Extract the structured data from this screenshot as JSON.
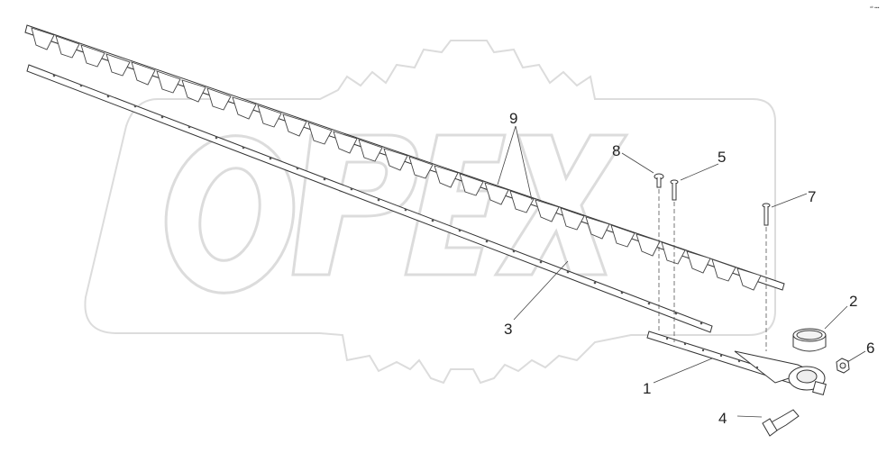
{
  "diagram": {
    "watermark_text": "OPEX",
    "corner_mark": "ᵃᵇ ▪▪▪",
    "parts": [
      {
        "id": "knife-back",
        "label": "1"
      },
      {
        "id": "bushing-ring",
        "label": "2"
      },
      {
        "id": "knife-bar",
        "label": "3"
      },
      {
        "id": "hex-bolt",
        "label": "4"
      },
      {
        "id": "rivet-long",
        "label": "5"
      },
      {
        "id": "bolt-short",
        "label": "6"
      },
      {
        "id": "nut",
        "label": "7"
      },
      {
        "id": "rivet-short",
        "label": "8"
      },
      {
        "id": "knife-sections",
        "label": "9"
      }
    ]
  }
}
